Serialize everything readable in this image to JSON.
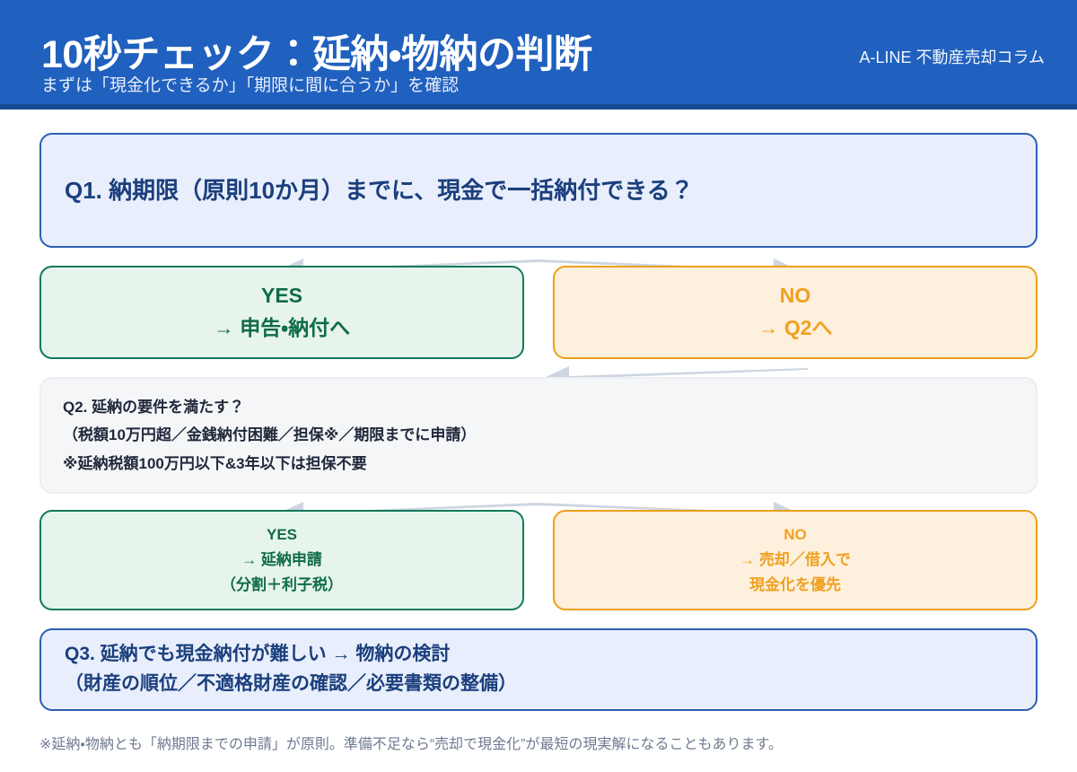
{
  "header": {
    "title": "10秒チェック：延納・物納の判断",
    "subtitle": "まずは「現金化できるか」「期限に間に合うか」を確認",
    "brand": "A-LINE 不動産売却コラム",
    "bg_color": "#2060be",
    "stripe_color": "#184a92"
  },
  "flow": {
    "q1": {
      "line1": "Q1. 納期限（原則10か月）までに、現金で一括納付できる？",
      "fill": "#e8eefb",
      "border": "#2c5fb0"
    },
    "q1_yes": {
      "line1": "YES",
      "line2": "→ 申告・納付へ",
      "fill": "#e7f4ec",
      "border": "#10795a",
      "text_color": "#0f6b49"
    },
    "q1_no": {
      "line1": "NO",
      "line2": "→ Q2へ",
      "fill": "#fdf0dc",
      "border": "#eda01b",
      "text_color": "#f0a021"
    },
    "q2": {
      "line1": "Q2. 延納の要件を満たす？",
      "line2": "（税額10万円超／金銭納付困難／担保※／期限までに申請）",
      "line3": "※延納税額100万円以下&3年以下は担保不要",
      "fill": "#f5f6f8",
      "border": "#eceef1"
    },
    "q2_yes": {
      "line1": "YES",
      "line2": "→ 延納申請",
      "line3": "（分割＋利子税）",
      "fill": "#e7f4ec",
      "border": "#10795a",
      "text_color": "#0f6b49"
    },
    "q2_no": {
      "line1": "NO",
      "line2": "→ 売却／借入で",
      "line3": "現金化を優先",
      "fill": "#fdf0dc",
      "border": "#eda01b",
      "text_color": "#f0a021"
    },
    "q3": {
      "line1": "Q3. 延納でも現金納付が難しい → 物納の検討",
      "line2": "（財産の順位／不適格財産の確認／必要書類の整備）",
      "fill": "#e8eefb",
      "border": "#2c5fb0"
    }
  },
  "footnote": "※延納・物納とも「納期限までの申請」が原則。準備不足なら“売却で現金化”が最短の現実解になることもあります。",
  "arrow_color": "#cdd5e0"
}
